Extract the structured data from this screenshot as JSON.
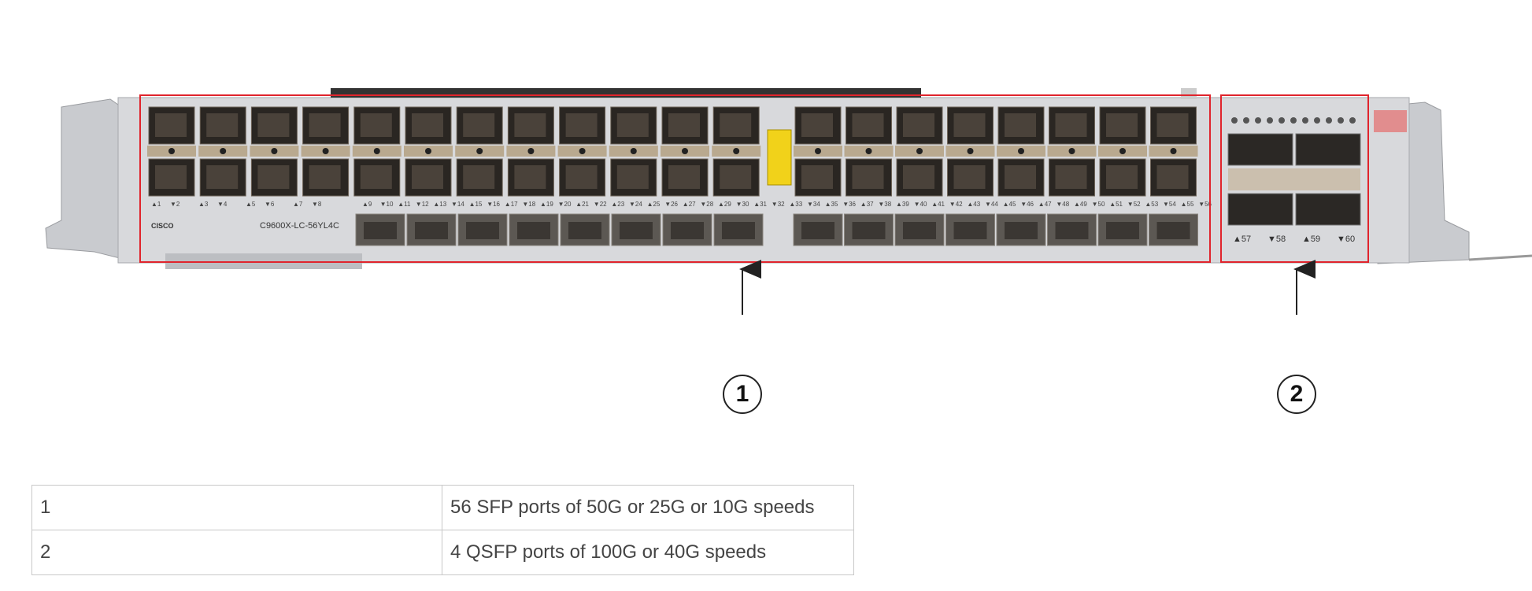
{
  "device": {
    "brand": "CISCO",
    "model": "C9600X-LC-56YL4C",
    "sfp_port_numbers": [
      1,
      2,
      3,
      4,
      5,
      6,
      7,
      8,
      9,
      10,
      11,
      12,
      13,
      14,
      15,
      16,
      17,
      18,
      19,
      20,
      21,
      22,
      23,
      24,
      25,
      26,
      27,
      28,
      29,
      30,
      31,
      32,
      33,
      34,
      35,
      36,
      37,
      38,
      39,
      40,
      41,
      42,
      43,
      44,
      45,
      46,
      47,
      48,
      49,
      50,
      51,
      52,
      53,
      54,
      55,
      56
    ],
    "qsfp_port_numbers": [
      57,
      58,
      59,
      60
    ],
    "highlight_color": "#e0242c"
  },
  "callouts": [
    "1",
    "2"
  ],
  "legend": [
    {
      "number": "1",
      "description": "56 SFP ports of 50G or 25G or 10G speeds"
    },
    {
      "number": "2",
      "description": "4 QSFP ports of 100G or 40G speeds"
    }
  ]
}
